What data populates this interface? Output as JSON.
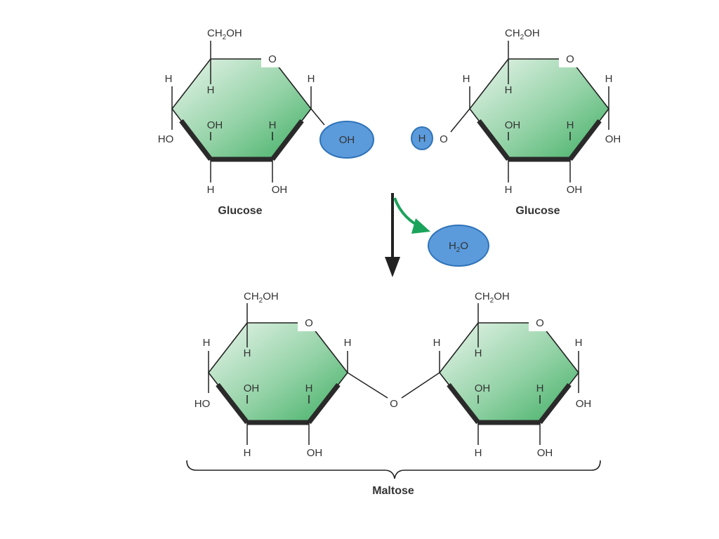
{
  "colors": {
    "ring_light": "#e9f5ec",
    "ring_dark": "#3fae63",
    "bubble_fill": "#5b9bdc",
    "bubble_stroke": "#2f73b8",
    "arrow_green": "#1aa35a",
    "arrow_black": "#222222"
  },
  "icons": [
    "glucose-ring",
    "reaction-arrow",
    "water-release-arrow",
    "bracket"
  ],
  "glucose_left": {
    "ch2oh": "CH",
    "ch2oh_sub": "2",
    "ch2oh_tail": "OH",
    "ring_o": "O",
    "h_c4": "H",
    "h_c4_in": "H",
    "h_c1": "H",
    "ho_c4": "HO",
    "oh_c3": "OH",
    "h_c2": "H",
    "h_c3": "H",
    "oh_c2": "OH",
    "name": "Glucose"
  },
  "glucose_right": {
    "ch2oh": "CH",
    "ch2oh_sub": "2",
    "ch2oh_tail": "OH",
    "ring_o": "O",
    "h_c4": "H",
    "h_c4_in": "H",
    "h_c1": "H",
    "o_c4": "O",
    "oh_c3": "OH",
    "h_c2": "H",
    "oh_c1": "OH",
    "h_c3": "H",
    "oh_c2": "OH",
    "name": "Glucose"
  },
  "bubbles": {
    "oh": "OH",
    "h": "H",
    "water_h": "H",
    "water_sub": "2",
    "water_o": "O"
  },
  "maltose": {
    "left": {
      "ch2oh": "CH",
      "ch2oh_sub": "2",
      "ch2oh_tail": "OH",
      "ring_o": "O",
      "h_c4": "H",
      "h_c4_in": "H",
      "h_c1": "H",
      "ho_c4": "HO",
      "oh_c3": "OH",
      "h_c2": "H",
      "h_c3": "H",
      "oh_c2": "OH"
    },
    "bridge_o": "O",
    "right": {
      "ch2oh": "CH",
      "ch2oh_sub": "2",
      "ch2oh_tail": "OH",
      "ring_o": "O",
      "h_c4": "H",
      "h_c4_in": "H",
      "h_c1": "H",
      "oh_c3": "OH",
      "h_c2": "H",
      "oh_c1": "OH",
      "h_c3": "H",
      "oh_c2": "OH"
    },
    "name": "Maltose"
  }
}
